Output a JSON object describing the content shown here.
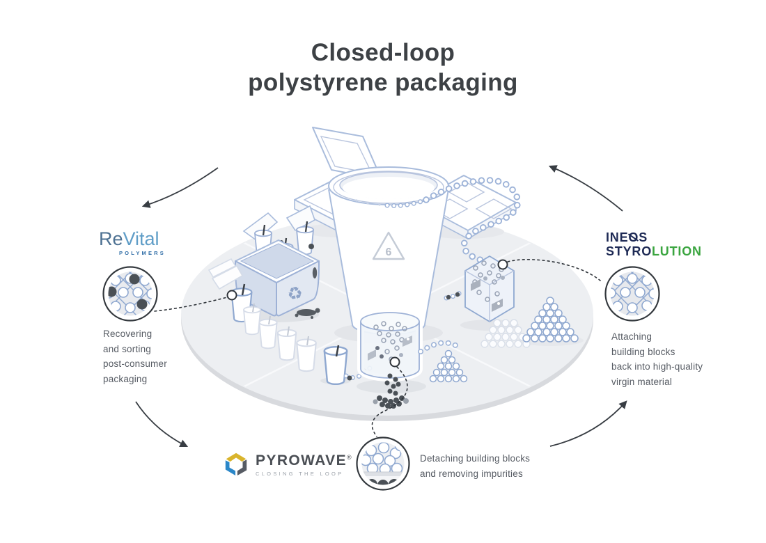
{
  "title": {
    "line1": "Closed-loop",
    "line2": "polystyrene packaging"
  },
  "stages": {
    "revital": {
      "logo_re": "Re",
      "logo_vital": "Vital",
      "logo_sub": "POLYMERS",
      "desc_lines": [
        "Recovering",
        "and sorting",
        "post-consumer",
        "packaging"
      ]
    },
    "pyrowave": {
      "logo_name": "PYROWAVE",
      "logo_reg": "®",
      "logo_tagline": "CLOSING THE LOOP",
      "desc_lines": [
        "Detaching building blocks",
        "and removing impurities"
      ]
    },
    "ineos": {
      "logo_ine": "INE",
      "logo_o": "O",
      "logo_s": "S",
      "logo_styro": "STYRO",
      "logo_lution": "LUTION",
      "desc_lines": [
        "Attaching",
        "building blocks",
        "back into high-quality",
        "virgin material"
      ]
    }
  },
  "illustration": {
    "resin_code": "6"
  },
  "icons": {
    "recycle": "♻"
  },
  "colors": {
    "title_text": "#3d4145",
    "body_text": "#565b63",
    "line_art": "#a9bcdc",
    "platform": "#edeff2",
    "platform_rim": "#d8dade",
    "impurity": "#4a5056",
    "connector": "#2f343a",
    "revital_blue": "#4d7192",
    "revital_light_blue": "#5f9dc7",
    "revital_sub_blue": "#2e6ca6",
    "ineos_navy": "#1e2a55",
    "ineos_green": "#3aa53f",
    "pyrowave_gray": "#4a4e54",
    "pyrowave_gold": "#d9b42c",
    "pyrowave_blue": "#2b87c8",
    "pyrowave_tagline_gray": "#9aa0a8"
  }
}
